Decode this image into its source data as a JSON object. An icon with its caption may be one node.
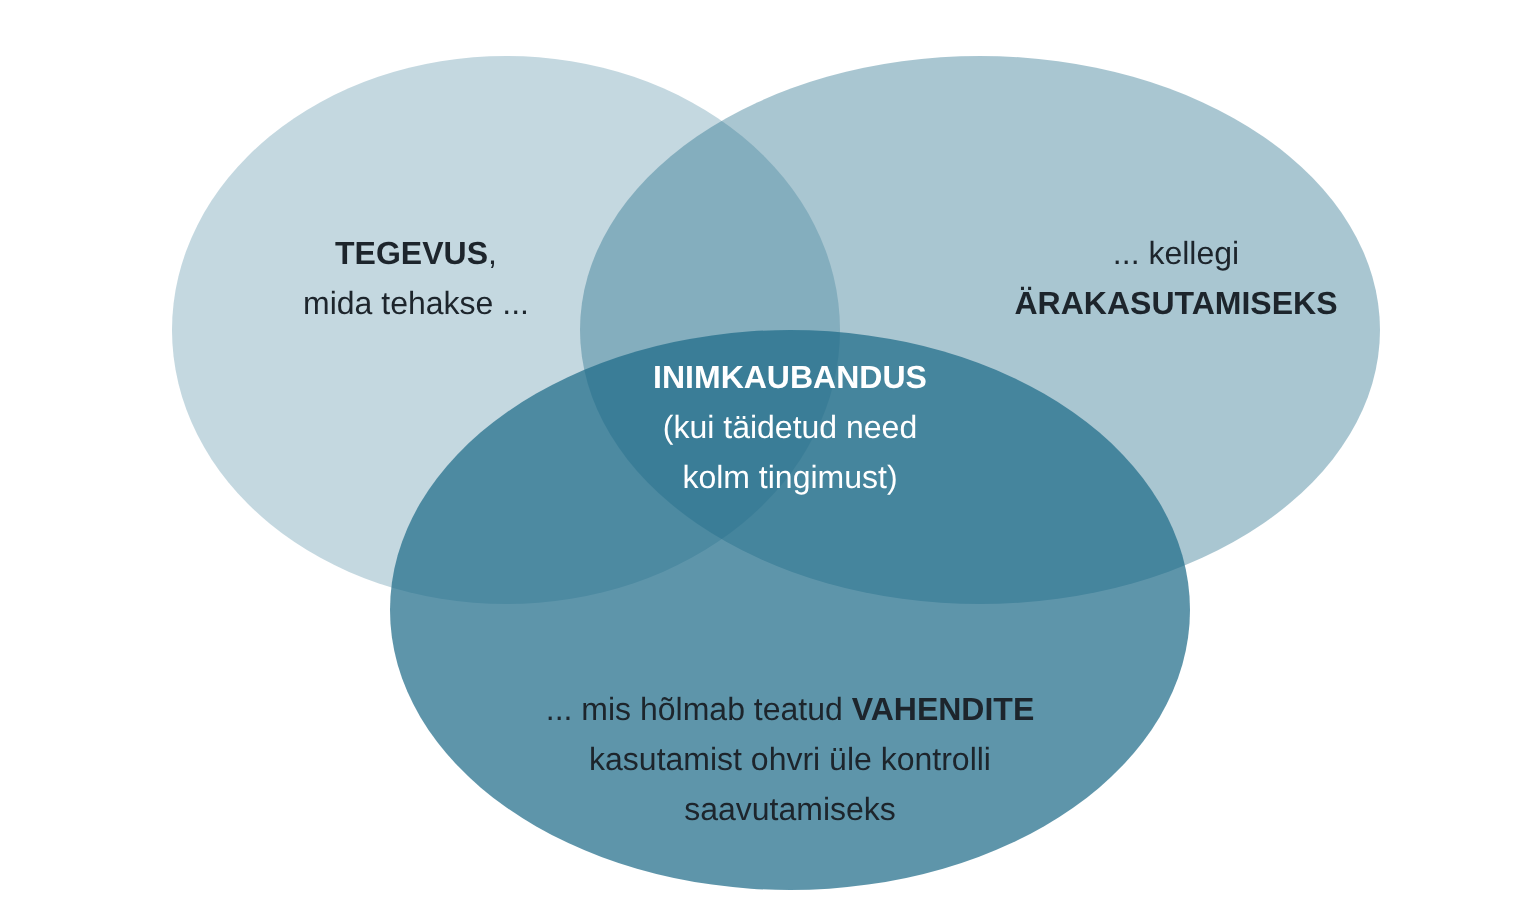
{
  "diagram": {
    "nodes": [
      {
        "text": [
          "**TEGEVUS**, mida tehakse ..."
        ]
      },
      {
        "text": [
          "... kellegi **ÄRAKASUTAMISEKS**"
        ]
      },
      {
        "text": [
          "INIMKAUBANDUS",
          "(kui täidetud need kolm tingimust)"
        ]
      },
      {
        "text": [
          "... mis hõlmab teatud **VAHENDITE** kasutamist ohvri üle kontrolli saavutamiseks"
        ]
      }
    ]
  }
}
